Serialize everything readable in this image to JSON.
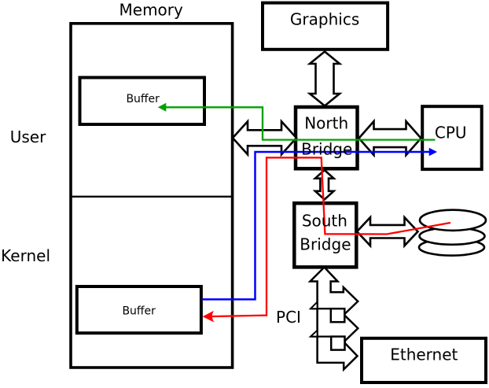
{
  "diagram": {
    "title": "PC architecture block diagram with memory, bridges and I/O data paths",
    "boxes": {
      "memory": {
        "label": "Memory"
      },
      "graphics": {
        "label": "Graphics"
      },
      "north_bridge": {
        "label_line1": "North",
        "label_line2": "Bridge"
      },
      "cpu": {
        "label": "CPU"
      },
      "south_bridge": {
        "label_line1": "South",
        "label_line2": "Bridge"
      },
      "ethernet": {
        "label": "Ethernet"
      },
      "user_buffer": {
        "label": "Buffer"
      },
      "kernel_buffer": {
        "label": "Buffer"
      }
    },
    "labels": {
      "user_space": "User",
      "kernel_space": "Kernel",
      "pci_bus": "PCI"
    },
    "paths": {
      "green_path": {
        "from": "CPU",
        "to": "user buffer",
        "color": "#00a000"
      },
      "blue_path": {
        "from": "kernel buffer",
        "to": "CPU",
        "color": "#0000ff"
      },
      "red_path": {
        "from": "disk",
        "to": "kernel buffer",
        "color": "#ff0000"
      }
    },
    "colors": {
      "outline": "#000000",
      "background": "#ffffff"
    }
  }
}
